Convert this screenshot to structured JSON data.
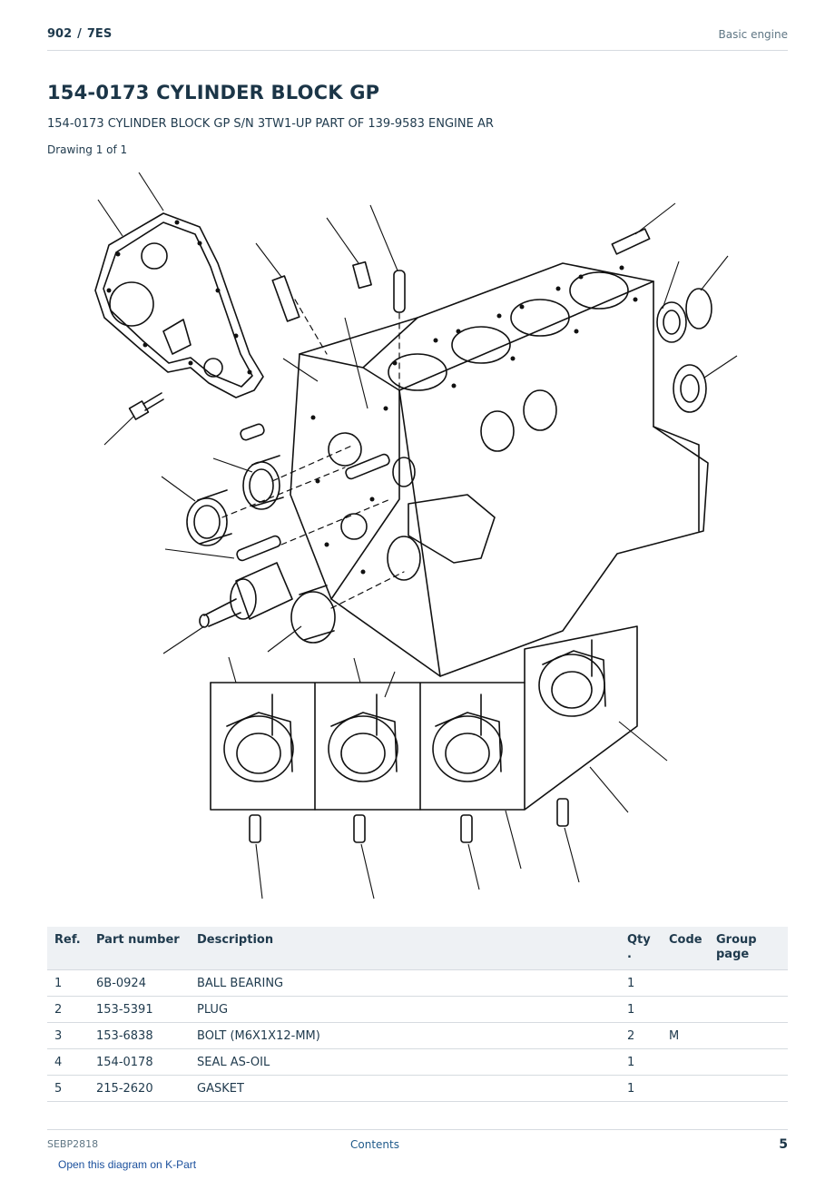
{
  "header": {
    "model": "902",
    "separator": "/",
    "variant": "7ES",
    "section": "Basic engine"
  },
  "title": "154-0173 CYLINDER BLOCK GP",
  "subtitle": "154-0173 CYLINDER BLOCK GP S/N 3TW1-UP PART OF 139-9583 ENGINE AR",
  "drawing_caption": "Drawing 1 of 1",
  "table": {
    "headers": {
      "ref": "Ref.",
      "part_number": "Part number",
      "description": "Description",
      "qty": "Qty\n.",
      "code": "Code",
      "group_page": "Group\npage"
    },
    "rows": [
      {
        "ref": "1",
        "part_number": "6B-0924",
        "description": "BALL BEARING",
        "qty": "1",
        "code": "",
        "group_page": ""
      },
      {
        "ref": "2",
        "part_number": "153-5391",
        "description": "PLUG",
        "qty": "1",
        "code": "",
        "group_page": ""
      },
      {
        "ref": "3",
        "part_number": "153-6838",
        "description": "BOLT (M6X1X12-MM)",
        "qty": "2",
        "code": "M",
        "group_page": ""
      },
      {
        "ref": "4",
        "part_number": "154-0178",
        "description": "SEAL AS-OIL",
        "qty": "1",
        "code": "",
        "group_page": ""
      },
      {
        "ref": "5",
        "part_number": "215-2620",
        "description": "GASKET",
        "qty": "1",
        "code": "",
        "group_page": ""
      }
    ]
  },
  "footer": {
    "doc_id": "SEBP2818",
    "contents_link": "Contents",
    "page_number": "5"
  },
  "kpart_link": "Open this diagram on K-Part"
}
